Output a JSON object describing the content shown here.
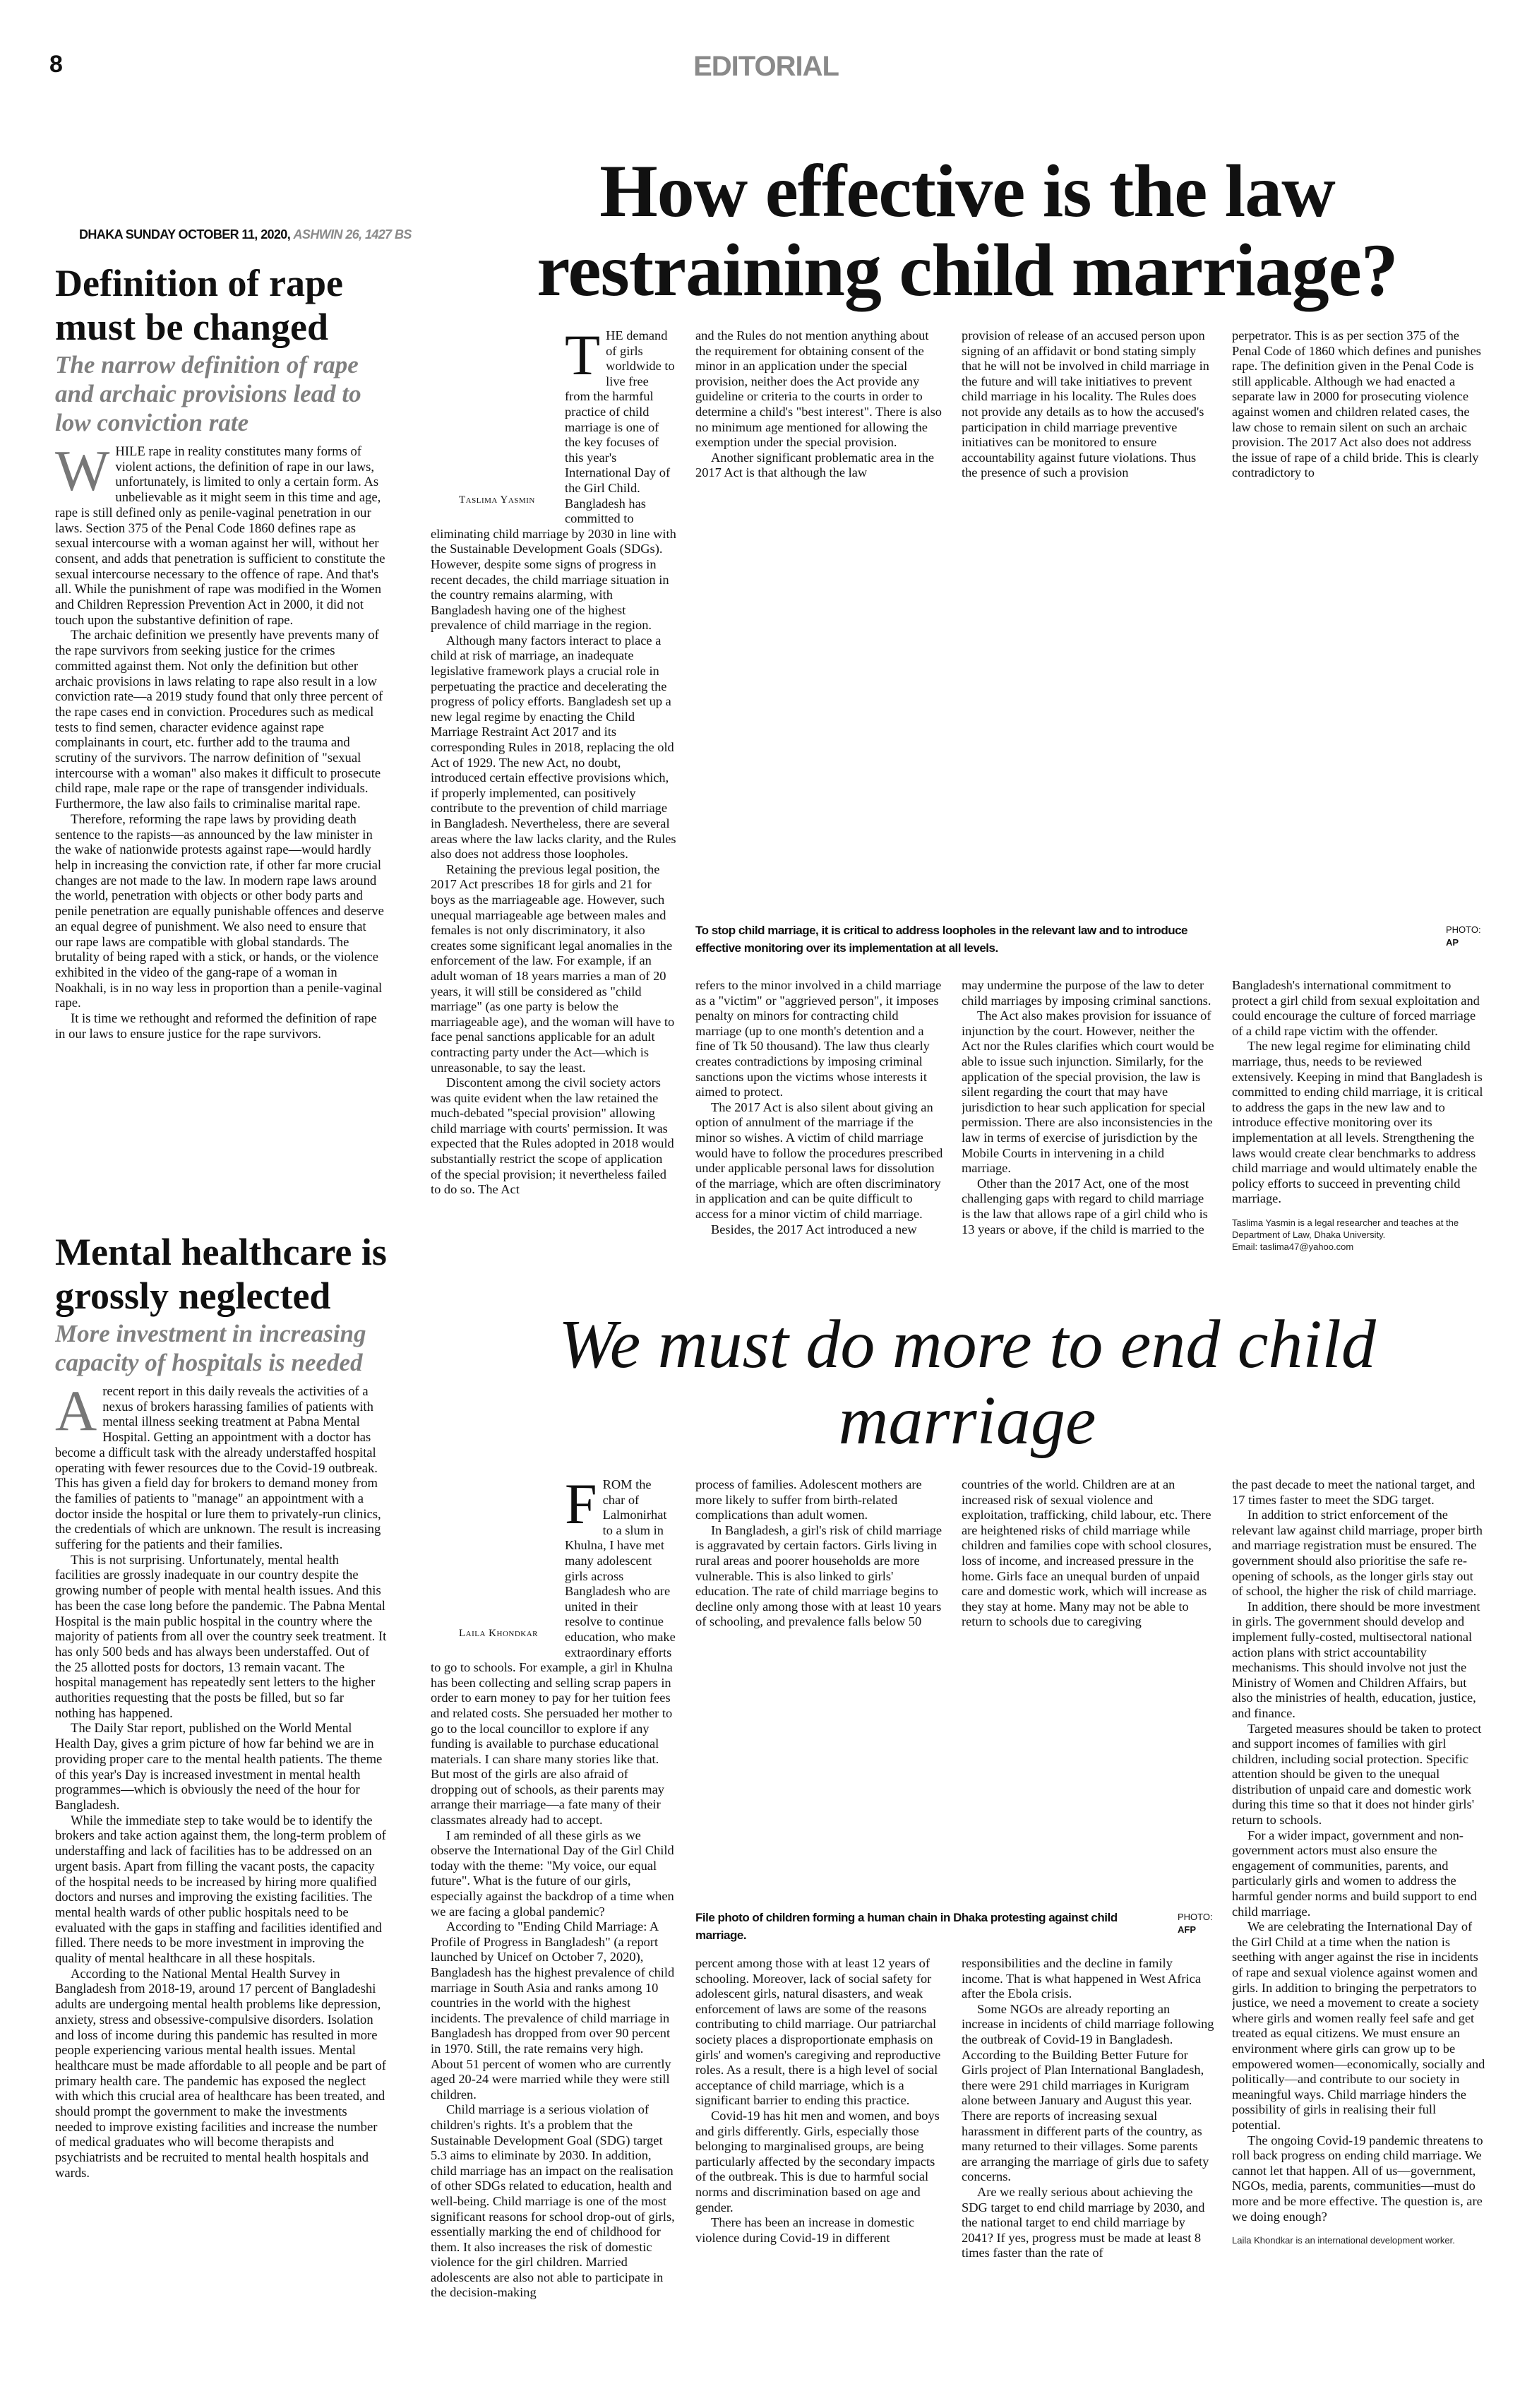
{
  "masthead": {
    "page_number": "8",
    "section": "EDITORIAL",
    "date": "DHAKA SUNDAY OCTOBER 11, 2020,",
    "date_bs": "ASHWIN 26, 1427 BS"
  },
  "editorial1": {
    "headline": "Definition of rape must be changed",
    "subhead": "The narrow definition of rape and archaic provisions lead to low conviction rate",
    "drop_cap": "W",
    "paragraphs": [
      "HILE rape in reality constitutes many forms of violent actions, the definition of rape in our laws, unfortunately, is limited to only a certain form. As unbelievable as it might seem in this time and age, rape is still defined only as penile-vaginal penetration in our laws. Section 375 of the Penal Code 1860 defines rape as sexual intercourse with a woman against her will, without her consent, and adds that penetration is sufficient to constitute the sexual intercourse necessary to the offence of rape. And that's all. While the punishment of rape was modified in the Women and Children Repression Prevention Act in 2000, it did not touch upon the substantive definition of rape.",
      "The archaic definition we presently have prevents many of the rape survivors from seeking justice for the crimes committed against them. Not only the definition but other archaic provisions in laws relating to rape also result in a low conviction rate—a 2019 study found that only three percent of the rape cases end in conviction. Procedures such as medical tests to find semen, character evidence against rape complainants in court, etc. further add to the trauma and scrutiny of the survivors. The narrow definition of \"sexual intercourse with a woman\" also makes it difficult to prosecute child rape, male rape or the rape of transgender individuals. Furthermore, the law also fails to criminalise marital rape.",
      "Therefore, reforming the rape laws by providing death sentence to the rapists—as announced by the law minister in the wake of nationwide protests against rape—would hardly help in increasing the conviction rate, if other far more crucial changes are not made to the law. In modern rape laws around the world, penetration with objects or other body parts and penile penetration are equally punishable offences and deserve an equal degree of punishment. We also need to ensure that our rape laws are compatible with global standards. The brutality of being raped with a stick, or hands, or the violence exhibited in the video of the gang-rape of a woman in Noakhali, is in no way less in proportion than a penile-vaginal rape.",
      "It is time we rethought and reformed the definition of rape in our laws to ensure justice for the rape survivors."
    ]
  },
  "editorial2": {
    "headline": "Mental healthcare is grossly neglected",
    "subhead": "More investment in increasing capacity of hospitals is needed",
    "drop_cap": "A",
    "paragraphs": [
      "recent report in this daily reveals the activities of a nexus of brokers harassing families of patients with mental illness seeking treatment at Pabna Mental Hospital. Getting an appointment with a doctor has become a difficult task with the already understaffed hospital operating with fewer resources due to the Covid-19 outbreak. This has given a field day for brokers to demand money from the families of patients to \"manage\" an appointment with a doctor inside the hospital or lure them to privately-run clinics, the credentials of which are unknown. The result is increasing suffering for the patients and their families.",
      "This is not surprising. Unfortunately, mental health facilities are grossly inadequate in our country despite the growing number of people with mental health issues. And this has been the case long before the pandemic. The Pabna Mental Hospital is the main public hospital in the country where the majority of patients from all over the country seek treatment. It has only 500 beds and has always been understaffed. Out of the 25 allotted posts for doctors, 13 remain vacant. The hospital management has repeatedly sent letters to the higher authorities requesting that the posts be filled, but so far nothing has happened.",
      "The Daily Star report, published on the World Mental Health Day, gives a grim picture of how far behind we are in providing proper care to the mental health patients. The theme of this year's Day is increased investment in mental health programmes—which is obviously the need of the hour for Bangladesh.",
      "While the immediate step to take would be to identify the brokers and take action against them, the long-term problem of understaffing and lack of facilities has to be addressed on an urgent basis. Apart from filling the vacant posts, the capacity of the hospital needs to be increased by hiring more qualified doctors and nurses and improving the existing facilities. The mental health wards of other public hospitals need to be evaluated with the gaps in staffing and facilities identified and filled. There needs to be more investment in improving the quality of mental healthcare in all these hospitals.",
      "According to the National Mental Health Survey in Bangladesh from 2018-19, around 17 percent of Bangladeshi adults are undergoing mental health problems like depression, anxiety, stress and obsessive-compulsive disorders. Isolation and loss of income during this pandemic has resulted in more people experiencing various mental health issues. Mental healthcare must be made affordable to all people and be part of primary health care. The pandemic has exposed the neglect with which this crucial area of healthcare has been treated, and should prompt the government to make the investments needed to improve existing facilities and increase the number of medical graduates who will become therapists and psychiatrists and be recruited to mental health hospitals and wards."
    ]
  },
  "article1": {
    "headline": "How effective is the law restraining child marriage?",
    "byline": "Taslima Yasmin",
    "drop_cap": "T",
    "col1": [
      "HE demand of girls worldwide to live free from the harmful practice of child marriage is one of the key focuses of this year's International Day of the Girl Child. Bangladesh has committed to eliminating child marriage by 2030 in line with the Sustainable Development Goals (SDGs). However, despite some signs of progress in recent decades, the child marriage situation in the country remains alarming, with Bangladesh having one of the highest prevalence of child marriage in the region.",
      "Although many factors interact to place a child at risk of marriage, an inadequate legislative framework plays a crucial role in perpetuating the practice and decelerating the progress of policy efforts. Bangladesh set up a new legal regime by enacting the Child Marriage Restraint Act 2017 and its corresponding Rules in 2018, replacing the old Act of 1929. The new Act, no doubt, introduced certain effective provisions which, if properly implemented, can positively contribute to the prevention of child marriage in Bangladesh. Nevertheless, there are several areas where the law lacks clarity, and the Rules also does not address those loopholes.",
      "Retaining the previous legal position, the 2017 Act prescribes 18 for girls and 21 for boys as the marriageable age. However, such unequal marriageable age between males and females is not only discriminatory, it also creates some significant legal anomalies in the enforcement of the law. For example, if an adult woman of 18 years marries a man of 20 years, it will still be considered as \"child marriage\" (as one party is below the marriageable age), and the woman will have to face penal sanctions applicable for an adult contracting party under the Act—which is unreasonable, to say the least.",
      "Discontent among the civil society actors was quite evident when the law retained the much-debated \"special provision\" allowing child marriage with courts' permission. It was expected that the Rules adopted in 2018 would substantially restrict the scope of application of the special provision; it nevertheless failed to do so. The Act"
    ],
    "col2_top": [
      "and the Rules do not mention anything about the requirement for obtaining consent of the minor in an application under the special provision, neither does the Act provide any guideline or criteria to the courts in order to determine a child's \"best interest\". There is also no minimum age mentioned for allowing the exemption under the special provision.",
      "Another significant problematic area in the 2017 Act is that although the law"
    ],
    "col3_top": [
      "provision of release of an accused person upon signing of an affidavit or bond stating simply that he will not be involved in child marriage in the future and will take initiatives to prevent child marriage in his locality. The Rules does not provide any details as to how the accused's participation in child marriage preventive initiatives can be monitored to ensure accountability against future violations. Thus the presence of such a provision"
    ],
    "col4_top": [
      "perpetrator. This is as per section 375 of the Penal Code of 1860 which defines and punishes rape. The definition given in the Penal Code is still applicable. Although we had enacted a separate law in 2000 for prosecuting violence against women and children related cases, the law chose to remain silent on such an archaic provision. The 2017 Act also does not address the issue of rape of a child bride. This is clearly contradictory to"
    ],
    "photo_caption": "To stop child marriage, it is critical to address loopholes in the relevant law and to introduce effective monitoring over its implementation at all levels.",
    "photo_credit_label": "PHOTO:",
    "photo_credit": "AP",
    "col2_bottom": [
      "refers to the minor involved in a child marriage as a \"victim\" or \"aggrieved person\", it imposes penalty on minors for contracting child marriage (up to one month's detention and a fine of Tk 50 thousand). The law thus clearly creates contradictions by imposing criminal sanctions upon the victims whose interests it aimed to protect.",
      "The 2017 Act is also silent about giving an option of annulment of the marriage if the minor so wishes. A victim of child marriage would have to follow the procedures prescribed under applicable personal laws for dissolution of the marriage, which are often discriminatory in application and can be quite difficult to access for a minor victim of child marriage.",
      "Besides, the 2017 Act introduced a new"
    ],
    "col3_bottom": [
      "may undermine the purpose of the law to deter child marriages by imposing criminal sanctions.",
      "The Act also makes provision for issuance of injunction by the court. However, neither the Act nor the Rules clarifies which court would be able to issue such injunction. Similarly, for the application of the special provision, the law is silent regarding the court that may have jurisdiction to hear such application for special permission. There are also inconsistencies in the law in terms of exercise of jurisdiction by the Mobile Courts in intervening in a child marriage.",
      "Other than the 2017 Act, one of the most challenging gaps with regard to child marriage is the law that allows rape of a girl child who is 13 years or above, if the child is married to the"
    ],
    "col4_bottom": [
      "Bangladesh's international commitment to protect a girl child from sexual exploitation and could encourage the culture of forced marriage of a child rape victim with the offender.",
      "The new legal regime for eliminating child marriage, thus, needs to be reviewed extensively. Keeping in mind that Bangladesh is committed to ending child marriage, it is critical to address the gaps in the new law and to introduce effective monitoring over its implementation at all levels. Strengthening the laws would create clear benchmarks to address child marriage and would ultimately enable the policy efforts to succeed in preventing child marriage."
    ],
    "bio": [
      "Taslima Yasmin is a legal researcher and teaches at the Department of Law, Dhaka University.",
      "Email: taslima47@yahoo.com"
    ]
  },
  "article2": {
    "headline": "We must do more to end child marriage",
    "byline": "Laila Khondkar",
    "drop_cap": "F",
    "col1": [
      "ROM the char of Lalmonirhat to a slum in Khulna, I have met many adolescent girls across Bangladesh who are united in their resolve to continue education, who make extraordinary efforts to go to schools. For example, a girl in Khulna has been collecting and selling scrap papers in order to earn money to pay for her tuition fees and related costs. She persuaded her mother to go to the local councillor to explore if any funding is available to purchase educational materials. I can share many stories like that. But most of the girls are also afraid of dropping out of schools, as their parents may arrange their marriage—a fate many of their classmates already had to accept.",
      "I am reminded of all these girls as we observe the International Day of the Girl Child today with the theme: \"My voice, our equal future\". What is the future of our girls, especially against the backdrop of a time when we are facing a global pandemic?",
      "According to \"Ending Child Marriage: A Profile of Progress in Bangladesh\" (a report launched by Unicef on October 7, 2020), Bangladesh has the highest prevalence of child marriage in South Asia and ranks among 10 countries in the world with the highest incidents. The prevalence of child marriage in Bangladesh has dropped from over 90 percent in 1970. Still, the rate remains very high. About 51 percent of women who are currently aged 20-24 were married while they were still children.",
      "Child marriage is a serious violation of children's rights. It's a problem that the Sustainable Development Goal (SDG) target 5.3 aims to eliminate by 2030. In addition, child marriage has an impact on the realisation of other SDGs related to education, health and well-being. Child marriage is one of the most significant reasons for school drop-out of girls, essentially marking the end of childhood for them. It also increases the risk of domestic violence for the girl children. Married adolescents are also not able to participate in the decision-making"
    ],
    "col2_top": [
      "process of families. Adolescent mothers are more likely to suffer from birth-related complications than adult women.",
      "In Bangladesh, a girl's risk of child marriage is aggravated by certain factors. Girls living in rural areas and poorer households are more vulnerable. This is also linked to girls' education. The rate of child marriage begins to decline only among those with at least 10 years of schooling, and prevalence falls below 50"
    ],
    "col3_top": [
      "countries of the world. Children are at an increased risk of sexual violence and exploitation, trafficking, child labour, etc. There are heightened risks of child marriage while children and families cope with school closures, loss of income, and increased pressure in the home. Girls face an unequal burden of unpaid care and domestic work, which will increase as they stay at home. Many may not be able to return to schools due to caregiving"
    ],
    "photo_caption": "File photo of children forming a human chain in Dhaka protesting against child marriage.",
    "photo_credit_label": "PHOTO:",
    "photo_credit": "AFP",
    "col2_bottom": [
      "percent among those with at least 12 years of schooling. Moreover, lack of social safety for adolescent girls, natural disasters, and weak enforcement of laws are some of the reasons contributing to child marriage. Our patriarchal society places a disproportionate emphasis on girls' and women's caregiving and reproductive roles. As a result, there is a high level of social acceptance of child marriage, which is a significant barrier to ending this practice.",
      "Covid-19 has hit men and women, and boys and girls differently. Girls, especially those belonging to marginalised groups, are being particularly affected by the secondary impacts of the outbreak. This is due to harmful social norms and discrimination based on age and gender.",
      "There has been an increase in domestic violence during Covid-19 in different"
    ],
    "col3_bottom": [
      "responsibilities and the decline in family income. That is what happened in West Africa after the Ebola crisis.",
      "Some NGOs are already reporting an increase in incidents of child marriage following the outbreak of Covid-19 in Bangladesh. According to the Building Better Future for Girls project of Plan International Bangladesh, there were 291 child marriages in Kurigram alone between January and August this year. There are reports of increasing sexual harassment in different parts of the country, as many returned to their villages. Some parents are arranging the marriage of girls due to safety concerns.",
      "Are we really serious about achieving the SDG target to end child marriage by 2030, and the national target to end child marriage by 2041? If yes, progress must be made at least 8 times faster than the rate of"
    ],
    "col4": [
      "the past decade to meet the national target, and 17 times faster to meet the SDG target.",
      "In addition to strict enforcement of the relevant law against child marriage, proper birth and marriage registration must be ensured. The government should also prioritise the safe re-opening of schools, as the longer girls stay out of school, the higher the risk of child marriage.",
      "In addition, there should be more investment in girls. The government should develop and implement fully-costed, multisectoral national action plans with strict accountability mechanisms. This should involve not just the Ministry of Women and Children Affairs, but also the ministries of health, education, justice, and finance.",
      "Targeted measures should be taken to protect and support incomes of families with girl children, including social protection. Specific attention should be given to the unequal distribution of unpaid care and domestic work during this time so that it does not hinder girls' return to schools.",
      "For a wider impact, government and non-government actors must also ensure the engagement of communities, parents, and particularly girls and women to address the harmful gender norms and build support to end child marriage.",
      "We are celebrating the International Day of the Girl Child at a time when the nation is seething with anger against the rise in incidents of rape and sexual violence against women and girls. In addition to bringing the perpetrators to justice, we need a movement to create a society where girls and women really feel safe and get treated as equal citizens. We must ensure an environment where girls can grow up to be empowered women—economically, socially and politically—and contribute to our society in meaningful ways. Child marriage hinders the possibility of girls in realising their full potential.",
      "The ongoing Covid-19 pandemic threatens to roll back progress on ending child marriage. We cannot let that happen. All of us—government, NGOs, media, parents, communities—must do more and be more effective. The question is, are we doing enough?"
    ],
    "bio": [
      "Laila Khondkar is an international development worker."
    ]
  }
}
